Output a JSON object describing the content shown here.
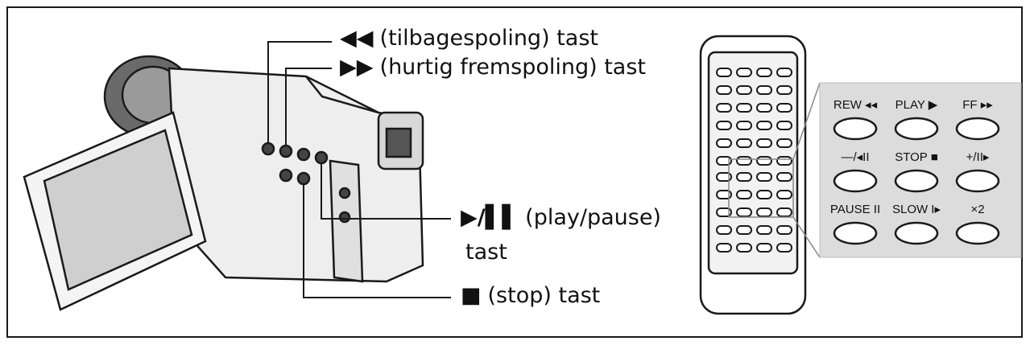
{
  "callouts": {
    "rewind": {
      "symbol": "◀◀",
      "text": "(tilbagespoling) tast"
    },
    "fast_forward": {
      "symbol": "▶▶",
      "text": "(hurtig fremspoling) tast"
    },
    "play_pause": {
      "symbol": "▶/▌▌",
      "text": "(play/pause)",
      "text2": "tast"
    },
    "stop": {
      "symbol": "■",
      "text": "(stop) tast"
    }
  },
  "remote_panel": {
    "buttons": [
      {
        "label": "REW ◂◂"
      },
      {
        "label": "PLAY ▶"
      },
      {
        "label": "FF ▸▸"
      },
      {
        "label": "—/◂II"
      },
      {
        "label": "STOP ■"
      },
      {
        "label": "+/II▸"
      },
      {
        "label": "PAUSE II"
      },
      {
        "label": "SLOW I▸"
      },
      {
        "label": "×2"
      }
    ]
  },
  "colors": {
    "panel_bg": "#dcdcdc",
    "line": "#1a1a1a"
  }
}
